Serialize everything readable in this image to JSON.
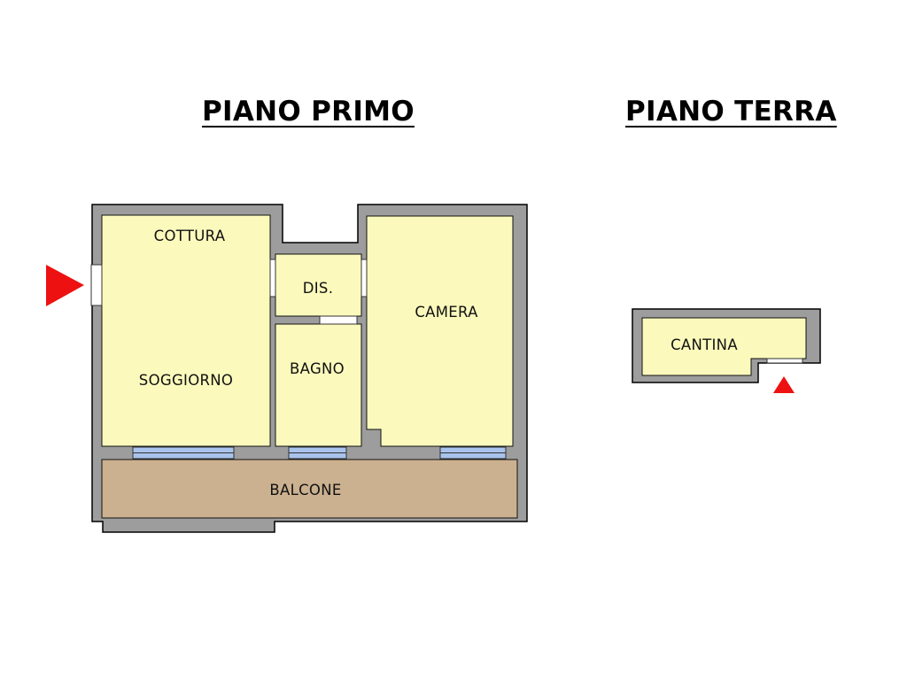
{
  "titles": {
    "first_floor": "PIANO PRIMO",
    "ground_floor": "PIANO TERRA"
  },
  "rooms": {
    "cottura": "COTTURA",
    "soggiorno": "SOGGIORNO",
    "dis": "DIS.",
    "bagno": "BAGNO",
    "camera": "CAMERA",
    "balcone": "BALCONE",
    "cantina": "CANTINA"
  },
  "colors": {
    "wall": "#9d9d9d",
    "room_fill": "#fbfabc",
    "balcony_fill": "#cbb190",
    "window_fill": "#a9c3ec",
    "entrance_arrow": "#ee1111"
  },
  "icons": {
    "apartment_entrance": "arrow-right-icon",
    "cellar_entrance": "arrow-up-icon"
  }
}
